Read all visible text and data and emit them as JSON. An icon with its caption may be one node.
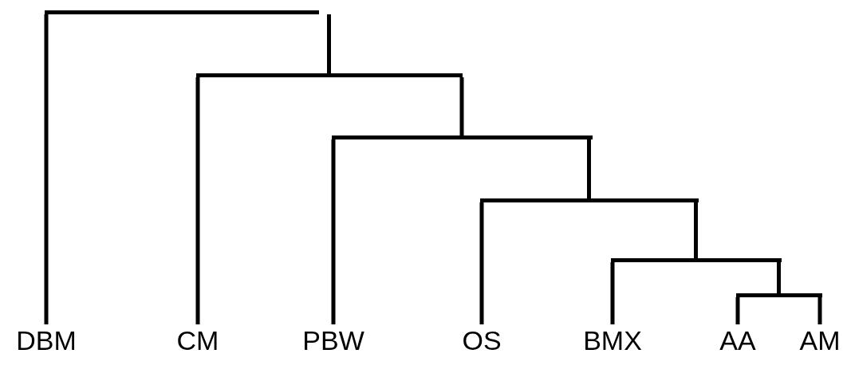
{
  "diagram": {
    "nodes": [
      {
        "text": [],
        "shape": "bar"
      },
      {
        "text": [],
        "shape": "bar"
      },
      {
        "text": [],
        "shape": "bar"
      },
      {
        "text": [],
        "shape": "bar"
      },
      {
        "text": [],
        "shape": "bar"
      },
      {
        "text": [],
        "shape": "bar"
      },
      {
        "text": [
          "DBM"
        ]
      },
      {
        "text": [
          "CM"
        ]
      },
      {
        "text": [
          "PBW"
        ]
      },
      {
        "text": [
          "OS"
        ]
      },
      {
        "text": [
          "BMX"
        ]
      },
      {
        "text": [
          "AA"
        ]
      },
      {
        "text": [
          "AM"
        ]
      }
    ],
    "edges": [
      {
        "from": 0,
        "to": 6,
        "arrow": "none"
      },
      {
        "from": 0,
        "to": 1,
        "arrow": "none"
      },
      {
        "from": 1,
        "to": 7,
        "arrow": "none"
      },
      {
        "from": 1,
        "to": 2,
        "arrow": "none"
      },
      {
        "from": 2,
        "to": 8,
        "arrow": "none"
      },
      {
        "from": 2,
        "to": 3,
        "arrow": "none"
      },
      {
        "from": 3,
        "to": 9,
        "arrow": "none"
      },
      {
        "from": 3,
        "to": 4,
        "arrow": "none"
      },
      {
        "from": 4,
        "to": 10,
        "arrow": "none"
      },
      {
        "from": 4,
        "to": 5,
        "arrow": "none"
      },
      {
        "from": 5,
        "to": 11,
        "arrow": "none"
      },
      {
        "from": 5,
        "to": 12,
        "arrow": "none"
      }
    ]
  }
}
